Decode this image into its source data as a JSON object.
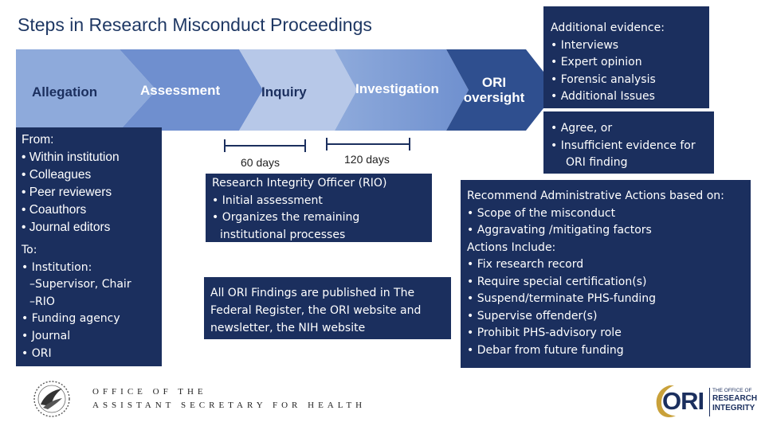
{
  "title": "Steps in Research Misconduct Proceedings",
  "steps": {
    "allegation": "Allegation",
    "assessment": "Assessment",
    "inquiry": "Inquiry",
    "investigation": "Investigation",
    "ori_line1": "ORI",
    "ori_line2": "oversight"
  },
  "from_box": {
    "heading": "From:",
    "items": [
      "• Within institution",
      "• Colleagues",
      "• Peer reviewers",
      "• Coauthors",
      "• Journal editors"
    ]
  },
  "to_box": {
    "heading": "To:",
    "items": [
      "• Institution:",
      "–Supervisor, Chair",
      "–RIO",
      "• Funding agency",
      "• Journal",
      "• ORI"
    ]
  },
  "timeline": {
    "days_60": "60 days",
    "days_120": "120 days"
  },
  "rio_box": {
    "lines": [
      "Research Integrity Officer (RIO)",
      "• Initial assessment",
      "• Organizes the remaining",
      "institutional processes"
    ]
  },
  "publish_box": {
    "lines": [
      "All ORI Findings are published in The",
      "Federal Register, the ORI website and",
      "newsletter, the NIH website"
    ]
  },
  "additional_box": {
    "lines": [
      "Additional evidence:",
      "• Interviews",
      "• Expert opinion",
      "• Forensic analysis",
      "• Additional  Issues"
    ]
  },
  "agree_box": {
    "lines": [
      "• Agree, or",
      "• Insufficient evidence for",
      "ORI finding"
    ]
  },
  "actions_box": {
    "lines": [
      "Recommend Administrative Actions based on:",
      "•   Scope of the misconduct",
      "•   Aggravating /mitigating factors",
      "Actions Include:",
      "•   Fix research record",
      "•   Require special certification(s)",
      "•   Suspend/terminate PHS-funding",
      "•   Supervise offender(s)",
      "•   Prohibit PHS-advisory role",
      "•   Debar from future funding"
    ]
  },
  "footer": {
    "line1": "OFFICE OF THE",
    "line2": "ASSISTANT SECRETARY FOR HEALTH"
  },
  "ori_logo": {
    "mark": "ORI",
    "line1": "THE OFFICE OF",
    "line2": "RESEARCH",
    "line3": "INTEGRITY"
  },
  "colors": {
    "navy": "#1b2f5e",
    "arrow_blue": "#5b7fc4",
    "arrow_light": "#8eaadb",
    "title": "#1f3864",
    "logo_gold": "#c9a13a"
  }
}
